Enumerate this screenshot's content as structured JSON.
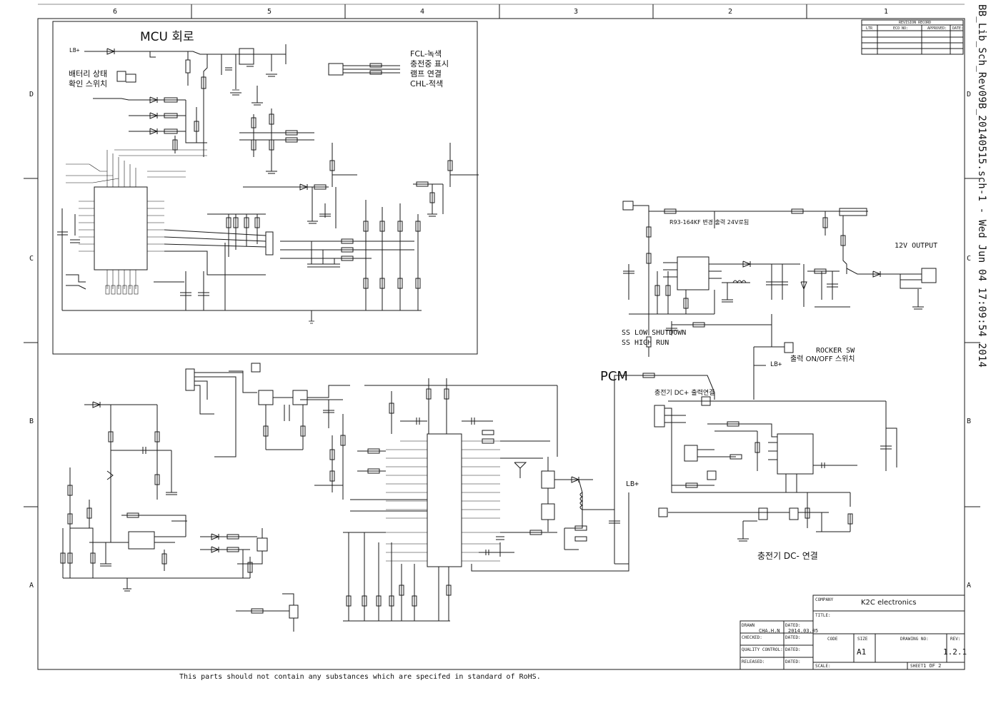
{
  "sheet": {
    "side_title": "BB_Lib_Sch_Rev09B_20140515.sch-1 - Wed Jun 04 17:09:54 2014",
    "footer_note": "This parts should not contain any substances which are specifed in standard of RoHS.",
    "col_labels": [
      "6",
      "5",
      "4",
      "3",
      "2",
      "1"
    ],
    "row_labels_left": [
      "D",
      "C",
      "B",
      "A"
    ],
    "row_labels_right": [
      "D",
      "C",
      "B",
      "A"
    ]
  },
  "annotations": {
    "mcu_title": "MCU 회로",
    "battery_switch_1": "배터리 상태",
    "battery_switch_2": "확인 스위치",
    "fcl_1": "FCL-녹색",
    "fcl_2": "충전중 표시",
    "fcl_3": "램프 연결",
    "fcl_4": "CHL-적색",
    "lb_plus_top": "LB+",
    "r93_note": "R93-164KF 변경 출력 24V로됨",
    "output_12v": "12V OUTPUT",
    "ss_low": "SS LOW SHUTDOWN",
    "ss_high": "SS HIGH RUN",
    "rocker_1": "ROCKER SW",
    "rocker_2": "출력 ON/OFF 스위치",
    "lb_plus_right": "LB+",
    "pcm": "PCM",
    "charger_dc_plus": "충전기 DC+ 출력연결",
    "lb_plus_mid": "LB+",
    "charger_dc_minus": "충전기 DC- 연결"
  },
  "title_block": {
    "company_label": "COMPANY",
    "company": "K2C electronics",
    "title_label": "TITLE:",
    "drawn_label": "DRAWN",
    "drawn_by": "CHA.H.N",
    "dated_label": "DATED:",
    "date": "2014.03.05",
    "checked_label": "CHECKED:",
    "quality_label": "QUALITY CONTROL:",
    "released_label": "RELEASED:",
    "code_label": "CODE",
    "size_label": "SIZE",
    "size": "A1",
    "drawing_no_label": "DRAWING NO:",
    "rev_label": "REV:",
    "rev": "1.2.1",
    "scale_label": "SCALE:",
    "sheet_label": "SHEET",
    "sheet_value": "1  OF  2"
  },
  "revision_block": {
    "header": "REVISION RECORD",
    "columns": [
      "LTR",
      "ECO NO:",
      "APPROVED:",
      "DATE:"
    ]
  }
}
